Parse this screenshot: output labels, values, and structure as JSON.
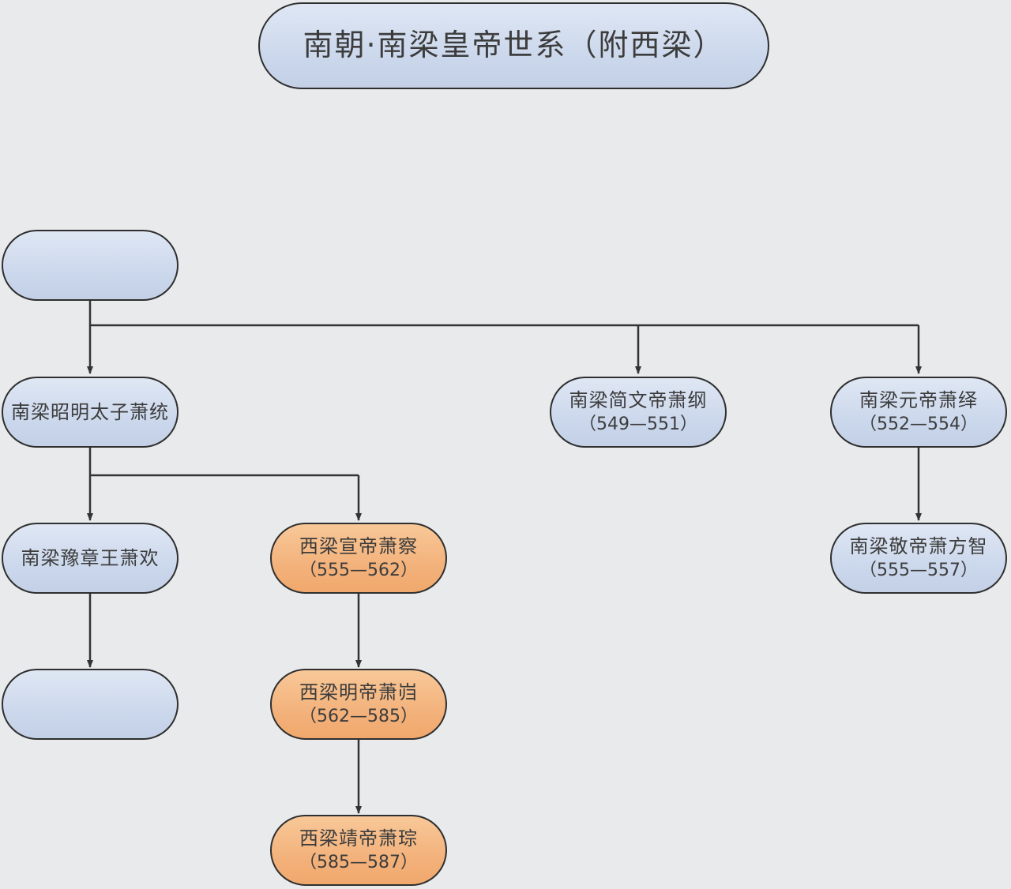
{
  "title": "南朝·南梁皇帝世系（附西梁）",
  "nodes": {
    "root": {
      "name": "",
      "years": ""
    },
    "zhaoming": {
      "name": "南梁昭明太子萧统",
      "years": ""
    },
    "jianwen": {
      "name": "南梁简文帝萧纲",
      "years": "（549—551）"
    },
    "yuandi": {
      "name": "南梁元帝萧绎",
      "years": "（552—554）"
    },
    "yuzhang": {
      "name": "南梁豫章王萧欢",
      "years": ""
    },
    "xuandi": {
      "name": "西梁宣帝萧察",
      "years": "（555—562）"
    },
    "jingdi_nanliang": {
      "name": "南梁敬帝萧方智",
      "years": "（555—557）"
    },
    "blank": {
      "name": "",
      "years": ""
    },
    "mingdi": {
      "name": "西梁明帝萧岿",
      "years": "（562—585）"
    },
    "jingdi_xiliang": {
      "name": "西梁靖帝萧琮",
      "years": "（585—587）"
    }
  },
  "colors": {
    "southern_liang_fill": "#ccd8ec",
    "western_liang_fill": "#f3b27c",
    "line": "#333333",
    "background": "#e9eaec"
  }
}
